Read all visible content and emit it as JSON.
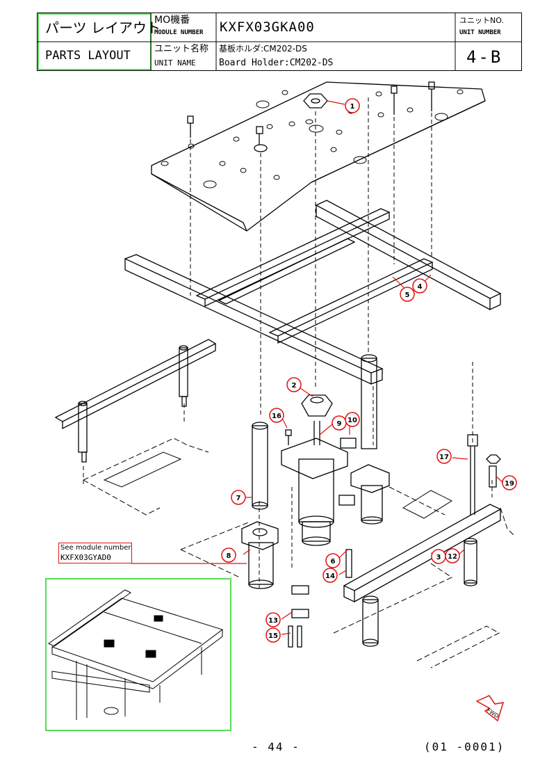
{
  "header": {
    "title_jp": "パーツ レイアウト",
    "title_en": "PARTS LAYOUT",
    "module_no_label_jp": "MO機番",
    "module_no_label_en": "MODULE NUMBER",
    "module_no_value": "KXFX03GKA00",
    "unit_name_label_jp": "ユニット名称",
    "unit_name_label_en": "UNIT NAME",
    "unit_name_value_jp": "基板ホルダ:CM202-DS",
    "unit_name_value_en": "Board Holder:CM202-DS",
    "unit_no_label_jp": "ユニットNO.",
    "unit_no_label_en": "UNIT NUMBER",
    "unit_no_value": "4-B"
  },
  "diagram": {
    "see_module_label": "See module number",
    "see_module_value": "KXFX03GYAD0",
    "fwd_label": "FWD",
    "callouts": [
      "1",
      "2",
      "3",
      "4",
      "5",
      "6",
      "7",
      "8",
      "9",
      "10",
      "12",
      "13",
      "14",
      "15",
      "16",
      "17",
      "19"
    ],
    "colors": {
      "callout": "#e01010",
      "frame": "#55dd55",
      "line": "#000000"
    }
  },
  "footer": {
    "page": "- 44 -",
    "code": "(01 -0001)"
  }
}
